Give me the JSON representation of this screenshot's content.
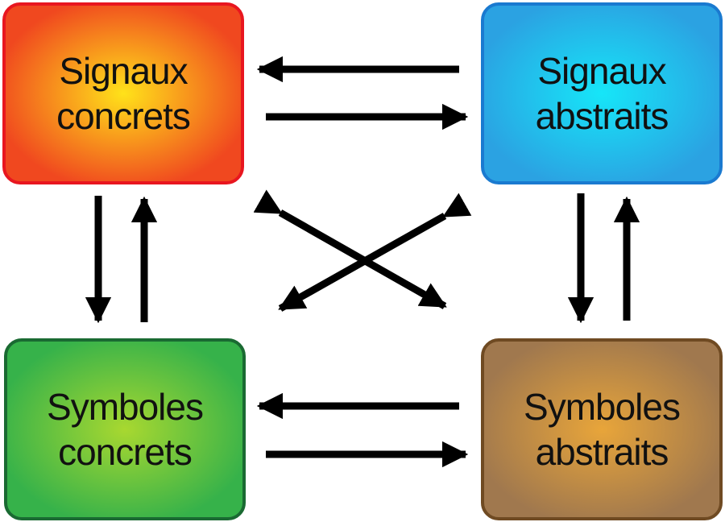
{
  "nodes": {
    "signaux_concrets": {
      "line1": "Signaux",
      "line2": "concrets",
      "border": "#e8161f",
      "fill_center": "#ffe21a",
      "fill_edge": "#f0481f"
    },
    "signaux_abstraits": {
      "line1": "Signaux",
      "line2": "abstraits",
      "border": "#1a7ad0",
      "fill_center": "#16e6f8",
      "fill_edge": "#2ba2e2"
    },
    "symboles_concrets": {
      "line1": "Symboles",
      "line2": "concrets",
      "border": "#1a6a32",
      "fill_center": "#a8d830",
      "fill_edge": "#36b24a"
    },
    "symboles_abstraits": {
      "line1": "Symboles",
      "line2": "abstraits",
      "border": "#6f4a22",
      "fill_center": "#e8a53a",
      "fill_edge": "#a0784e"
    }
  },
  "edges": [
    {
      "from": "signaux_abstraits",
      "to": "signaux_concrets"
    },
    {
      "from": "signaux_concrets",
      "to": "signaux_abstraits"
    },
    {
      "from": "signaux_concrets",
      "to": "symboles_concrets"
    },
    {
      "from": "symboles_concrets",
      "to": "signaux_concrets"
    },
    {
      "from": "signaux_abstraits",
      "to": "symboles_abstraits"
    },
    {
      "from": "symboles_abstraits",
      "to": "signaux_abstraits"
    },
    {
      "from": "symboles_abstraits",
      "to": "symboles_concrets"
    },
    {
      "from": "symboles_concrets",
      "to": "symboles_abstraits"
    },
    {
      "from": "signaux_concrets",
      "to": "symboles_abstraits"
    },
    {
      "from": "symboles_abstraits",
      "to": "signaux_concrets"
    },
    {
      "from": "signaux_abstraits",
      "to": "symboles_concrets"
    },
    {
      "from": "symboles_concrets",
      "to": "signaux_abstraits"
    }
  ],
  "arrow_color": "#000000"
}
